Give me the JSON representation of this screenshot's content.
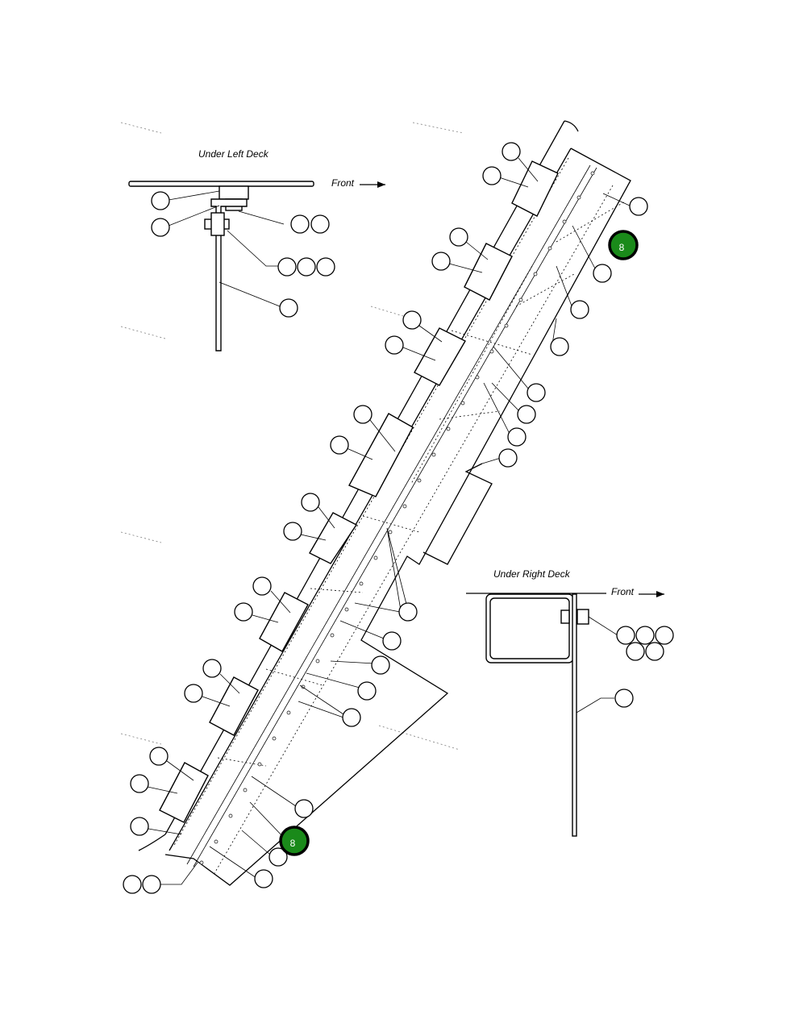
{
  "labels": {
    "under_left_deck": "Under Left Deck",
    "under_right_deck": "Under Right Deck",
    "front_left": "Front",
    "front_right": "Front",
    "highlight_callout_top": "8",
    "highlight_callout_bottom": "8"
  },
  "colors": {
    "highlight_fill": "#1a8a1a",
    "line": "#000000",
    "background": "#ffffff"
  }
}
